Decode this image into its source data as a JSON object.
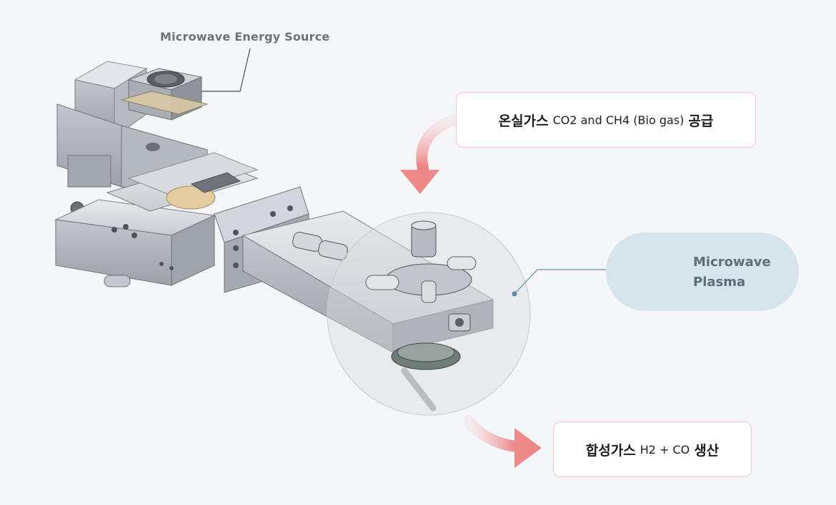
{
  "labels": {
    "energy_source": "Microwave Energy Source",
    "input_box": {
      "korean": "온실가스",
      "english": "CO2 and CH4 (Bio gas)",
      "korean_suffix": "공급"
    },
    "output_box": {
      "korean": "합성가스",
      "english": "H2 + CO",
      "korean_suffix": "생산"
    },
    "plasma": {
      "line1": "Microwave",
      "line2": "Plasma"
    }
  },
  "colors": {
    "background": "#f5f6fa",
    "box_border": "#f3c7c7",
    "arrow": "#ef8c8c",
    "plasma_pill": "#d6e4ec",
    "plasma_glow": "#3fb6e0",
    "leader_line": "#5f8ea4"
  }
}
